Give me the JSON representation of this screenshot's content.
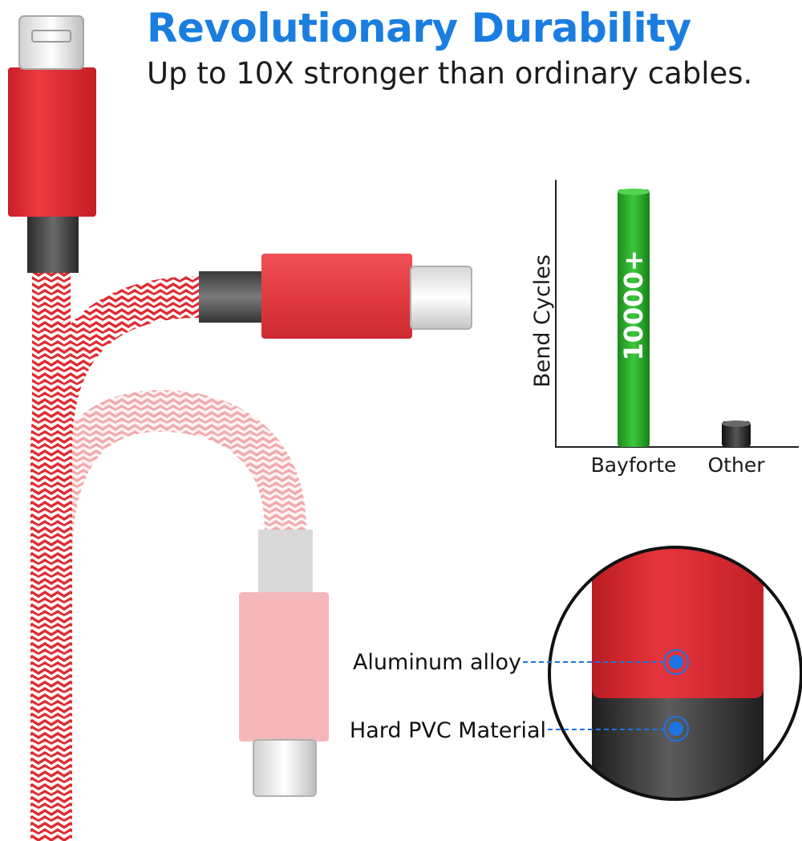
{
  "header": {
    "title": "Revolutionary Durability",
    "subtitle": "Up to 10X stronger than ordinary cables."
  },
  "chart_data": {
    "type": "bar",
    "ylabel": "Bend Cycles",
    "categories": [
      "Bayforte",
      "Other"
    ],
    "values": [
      10000,
      1000
    ],
    "data_labels": [
      "10000+",
      ""
    ],
    "colors": [
      "#29a829",
      "#2a2a2a"
    ]
  },
  "callouts": {
    "aluminum": "Aluminum alloy",
    "pvc": "Hard PVC Material"
  },
  "colors": {
    "accent_blue": "#1a7ee0",
    "cable_red": "#e02a30",
    "cable_pink": "#f4b6b8",
    "pointer_blue": "#1e73e0"
  }
}
